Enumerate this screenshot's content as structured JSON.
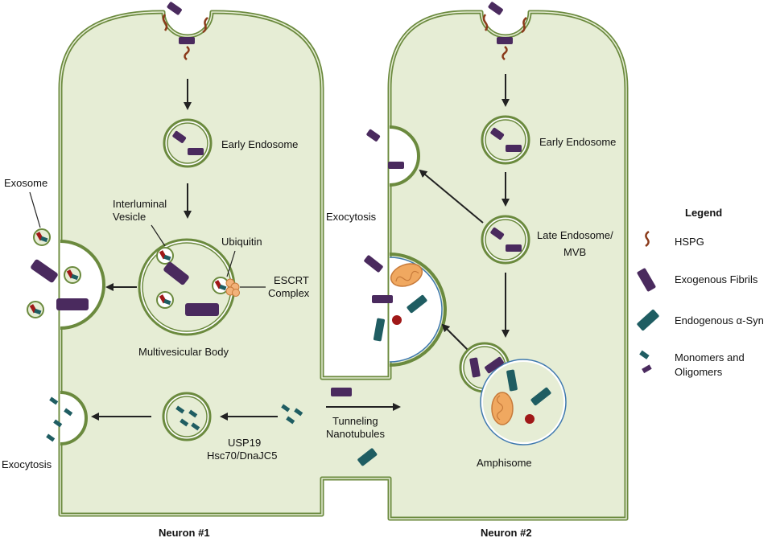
{
  "colors": {
    "cytoplasm": "#e6edd5",
    "membrane": "#6b8a3e",
    "fibril": "#4a2a5e",
    "endogenous": "#1f5d62",
    "hspg": "#8a3a1a",
    "ubiquitin": "#f2b27a",
    "mitochondrion": "#f0a860",
    "lysosome_dot": "#a01818",
    "amphisome_ring": "#3f79ae"
  },
  "neuron1": {
    "title": "Neuron #1",
    "early_endosome": "Early Endosome",
    "interluminal_line1": "Interluminal",
    "interluminal_line2": "Vesicle",
    "ubiquitin": "Ubiquitin",
    "escrt_line1": "ESCRT",
    "escrt_line2": "Complex",
    "exosome": "Exosome",
    "multivesicular_body": "Multivesicular Body",
    "usp19": "USP19",
    "hsc70": "Hsc70/DnaJC5",
    "exocytosis": "Exocytosis"
  },
  "neuron2": {
    "title": "Neuron #2",
    "early_endosome": "Early Endosome",
    "late_endosome_line1": "Late Endosome/",
    "late_endosome_line2": "MVB",
    "exocytosis": "Exocytosis",
    "amphisome": "Amphisome"
  },
  "tunneling_line1": "Tunneling",
  "tunneling_line2": "Nanotubules",
  "legend": {
    "title": "Legend",
    "items": [
      {
        "label": "HSPG",
        "icon": "hspg-icon"
      },
      {
        "label": "Exogenous Fibrils",
        "icon": "fibril-icon"
      },
      {
        "label": "Endogenous α-Syn",
        "icon": "endogenous-syn-icon"
      },
      {
        "label": "Monomers and",
        "label2": "Oligomers",
        "icon": "monomers-icon"
      }
    ]
  }
}
